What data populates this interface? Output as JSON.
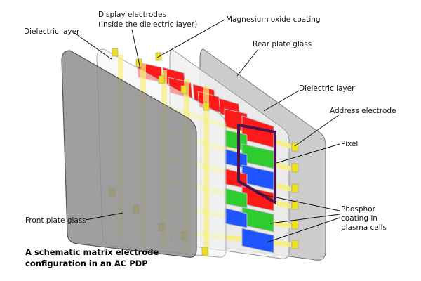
{
  "labels": {
    "display_electrodes_1": "Display electrodes",
    "display_electrodes_2": "(inside the dielectric layer)",
    "magnesium_oxide": "Magnesium oxide coating",
    "dielectric_front": "Dielectric layer",
    "rear_plate": "Rear plate glass",
    "dielectric_rear": "Dielectric layer",
    "address_electrode": "Address electrode",
    "pixel": "Pixel",
    "phosphor_1": "Phosphor",
    "phosphor_2": "coating in",
    "phosphor_3": "plasma cells",
    "front_plate": "Front plate glass"
  },
  "caption": {
    "line1": "A schematic matrix electrode",
    "line2": "configuration in an AC PDP"
  },
  "colors": {
    "front_glass": "#8a8a8a",
    "rear_glass": "#cccccc",
    "dielectric": "#f2f2f2",
    "electrode": "#f6f07a",
    "electrode_tab": "#f0e020",
    "phosphor_red": "#ff1a1a",
    "phosphor_green": "#2ecc2e",
    "phosphor_blue": "#1f55ff",
    "pixel_outline": "#4a1450",
    "cell_wall": "#b9b9b9"
  }
}
